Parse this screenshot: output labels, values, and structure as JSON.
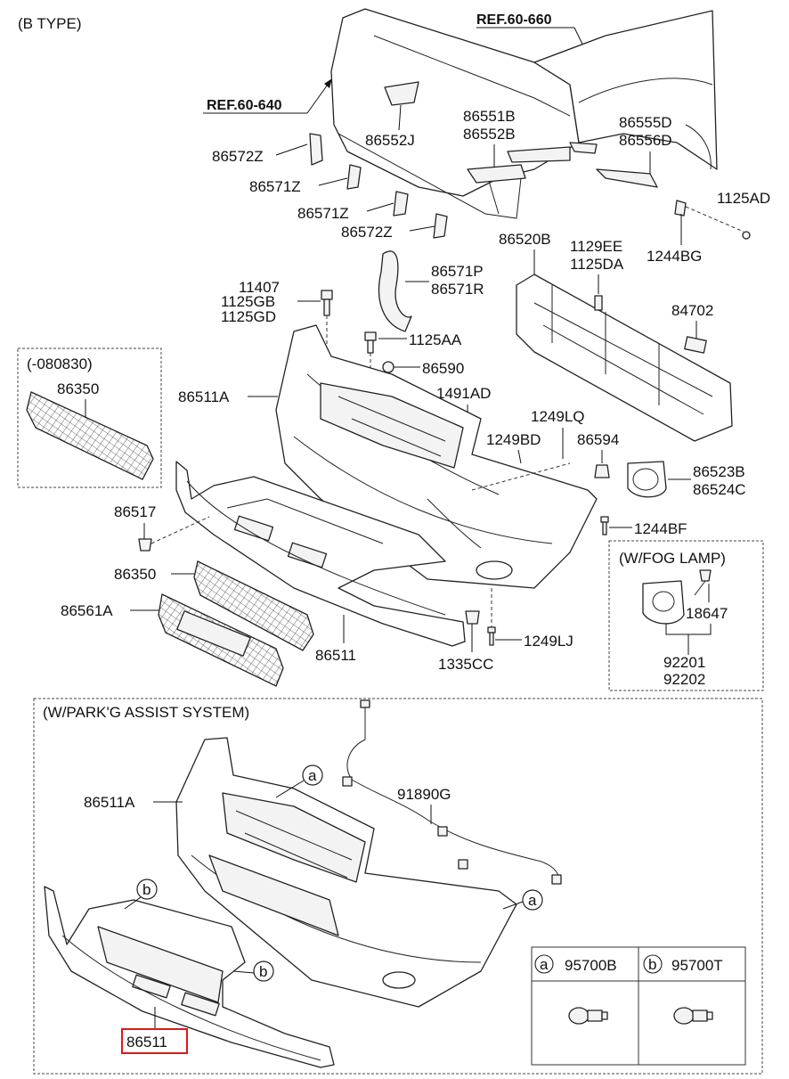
{
  "title": "(B TYPE)",
  "refs": [
    "REF.60-660",
    "REF.60-640"
  ],
  "parts": {
    "p86572Z_a": "86572Z",
    "p86571Z_a": "86571Z",
    "p86571Z_b": "86571Z",
    "p86572Z_b": "86572Z",
    "p86552J": "86552J",
    "p86551B": "86551B",
    "p86552B": "86552B",
    "p86555D": "86555D",
    "p86556D": "86556D",
    "p1125AD": "1125AD",
    "p1244BG": "1244BG",
    "p86520B": "86520B",
    "p1129EE": "1129EE",
    "p1125DA": "1125DA",
    "p84702": "84702",
    "p86571P": "86571P",
    "p86571R": "86571R",
    "p11407": "11407",
    "p1125GB": "1125GB",
    "p1125GD": "1125GD",
    "p1125AA": "1125AA",
    "p86590": "86590",
    "p1491AD": "1491AD",
    "p1249LQ": "1249LQ",
    "p1249BD": "1249BD",
    "p86594": "86594",
    "p86511A_top": "86511A",
    "p86523B": "86523B",
    "p86524C": "86524C",
    "p1244BF": "1244BF",
    "p86517": "86517",
    "p86350_mid": "86350",
    "p86561A": "86561A",
    "p86511_mid": "86511",
    "p1335CC": "1335CC",
    "p1249LJ": "1249LJ",
    "p18647": "18647",
    "p92201": "92201",
    "p92202": "92202",
    "p86350_box": "86350",
    "p86511A_bot": "86511A",
    "p91890G": "91890G",
    "p86511_bot": "86511"
  },
  "boxes": {
    "variant_box": "(-080830)",
    "fog_box": "(W/FOG LAMP)",
    "park_box": "(W/PARK'G ASSIST SYSTEM)"
  },
  "callouts": {
    "a": "a",
    "b": "b",
    "a_code": "95700B",
    "b_code": "95700T"
  },
  "highlight_color": "#e3151a"
}
